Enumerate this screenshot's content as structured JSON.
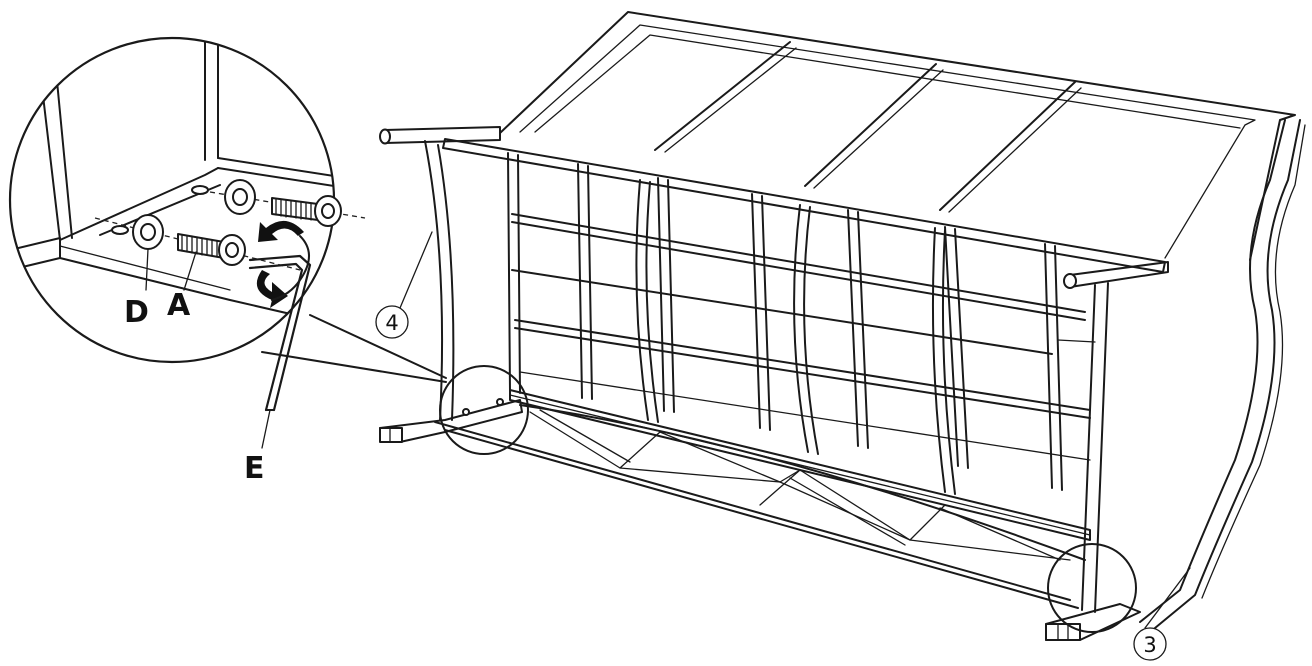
{
  "diagram": {
    "parts": {
      "screw": "A",
      "washer": "D",
      "allen_key": "E"
    },
    "callouts": {
      "frame_left": "4",
      "frame_right": "3"
    }
  }
}
